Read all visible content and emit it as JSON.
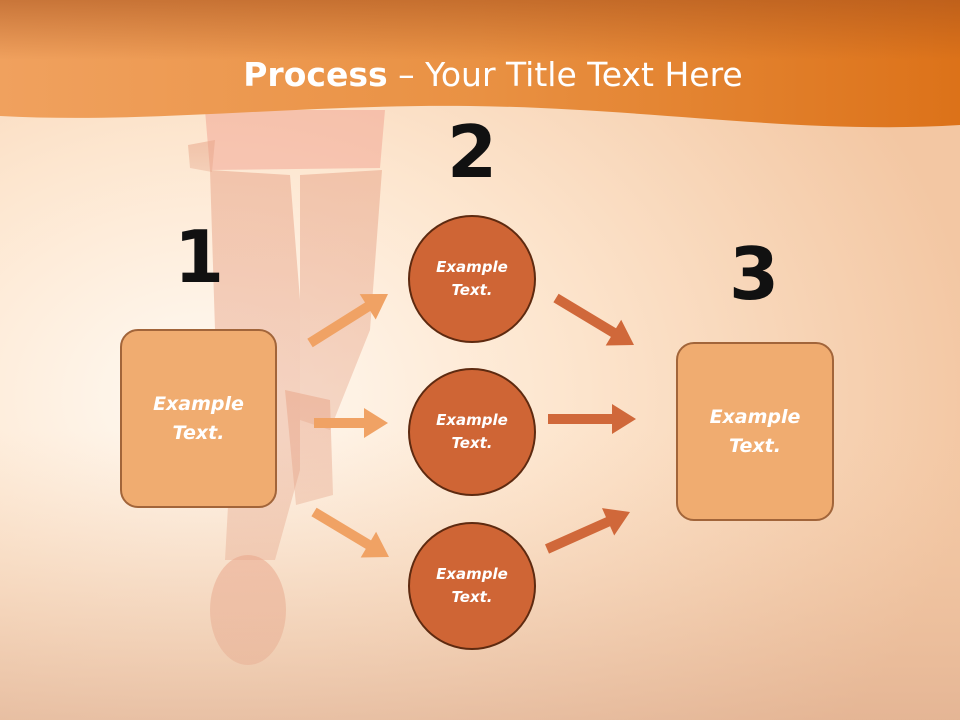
{
  "slide": {
    "title_bold": "Process",
    "title_rest": " – Your Title Text Here"
  },
  "steps": [
    {
      "number": "1",
      "text": "Example\nText."
    },
    {
      "number": "2",
      "items": [
        "Example\nText.",
        "Example\nText.",
        "Example\nText."
      ]
    },
    {
      "number": "3",
      "text": "Example\nText."
    }
  ],
  "colors": {
    "header_orange": "#e07a25",
    "box_fill": "#f0ac70",
    "circle_fill": "#cf6535",
    "arrow_light": "#f0a264",
    "arrow_dark": "#d0683a"
  }
}
